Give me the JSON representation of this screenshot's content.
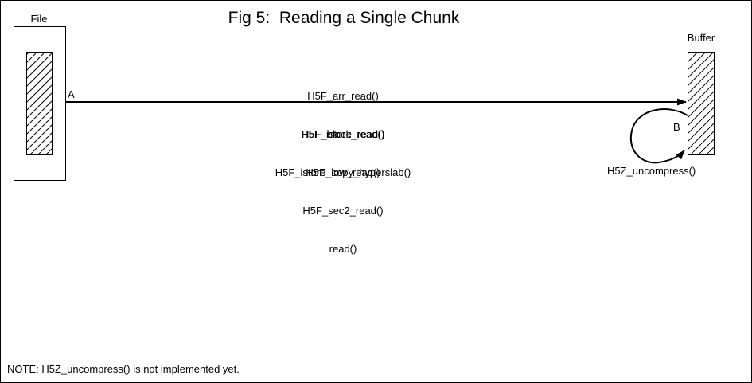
{
  "title": "Fig 5:  Reading a Single Chunk",
  "file_box": {
    "label": "File"
  },
  "buffer_box": {
    "label": "Buffer"
  },
  "read_path": {
    "arrow_label": "A",
    "calls_above_arrow": [
      "H5F_arr_read()",
      "H5F_istore_read()",
      "H5F_istore_copy_hyperslab()"
    ],
    "calls_below_arrow": [
      "H5F_block_read()",
      "H5F_low_read()",
      "H5F_sec2_read()",
      "read()"
    ]
  },
  "uncompress_loop": {
    "arrow_label": "B",
    "caption": "H5Z_uncompress()"
  },
  "note": "NOTE: H5Z_uncompress() is not implemented yet.",
  "colors": {
    "ink": "#000000",
    "background": "#ffffff"
  }
}
